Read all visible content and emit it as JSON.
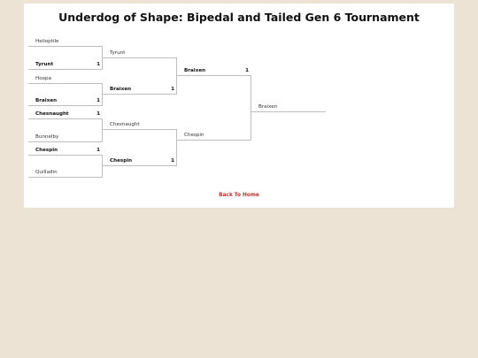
{
  "page": {
    "title": "Underdog of Shape: Bipedal and Tailed Gen 6 Tournament",
    "back_link": "Back To Home"
  },
  "bracket": {
    "round1": [
      {
        "top": {
          "name": "Helioptile",
          "score": ""
        },
        "bottom": {
          "name": "Tyrunt",
          "score": "1"
        }
      },
      {
        "top": {
          "name": "Hoopa",
          "score": ""
        },
        "bottom": {
          "name": "Braixen",
          "score": "1"
        }
      },
      {
        "top": {
          "name": "Chesnaught",
          "score": "1"
        },
        "bottom": {
          "name": "Bunnelby",
          "score": ""
        }
      },
      {
        "top": {
          "name": "Chespin",
          "score": "1"
        },
        "bottom": {
          "name": "Quilladin",
          "score": ""
        }
      }
    ],
    "round2": [
      {
        "top": {
          "name": "Tyrunt",
          "score": ""
        },
        "bottom": {
          "name": "Braixen",
          "score": "1"
        }
      },
      {
        "top": {
          "name": "Chesnaught",
          "score": ""
        },
        "bottom": {
          "name": "Chespin",
          "score": "1"
        }
      }
    ],
    "round3": [
      {
        "top": {
          "name": "Braixen",
          "score": "1"
        },
        "bottom": {
          "name": "Chespin",
          "score": ""
        }
      }
    ],
    "champion": {
      "name": "Braixen"
    }
  }
}
